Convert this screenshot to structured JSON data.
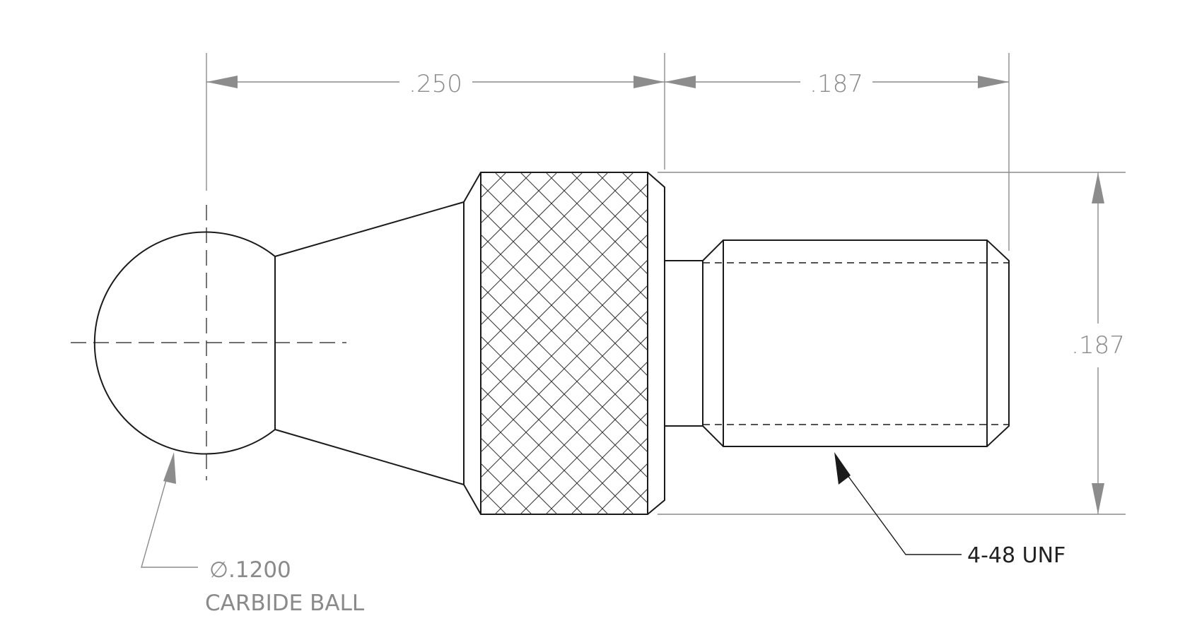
{
  "drawing": {
    "dimensions": {
      "ball_to_shoulder": ".250",
      "thread_length": ".187",
      "knurl_diameter": ".187"
    },
    "callouts": {
      "ball_diameter_symbol": "∅",
      "ball_diameter_value": ".1200",
      "ball_material": "CARBIDE BALL",
      "thread_spec": "4-48 UNF"
    }
  }
}
